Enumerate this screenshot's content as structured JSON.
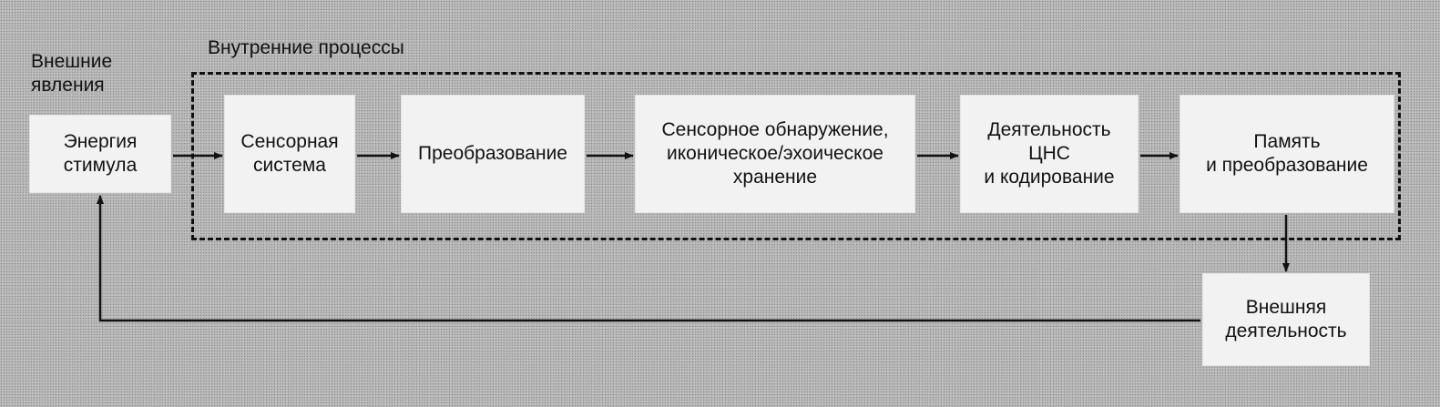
{
  "labels": {
    "external_phenomena": "Внешние\nявления",
    "internal_processes": "Внутренние процессы"
  },
  "boxes": {
    "stimulus_energy": "Энергия\nстимула",
    "sensory_system": "Сенсорная\nсистема",
    "transformation": "Преобразование",
    "sensory_detection": "Сенсорное обнаружение,\nиконическое/эхоическое\nхранение",
    "cns_activity": "Деятельность\nЦНС\nи кодирование",
    "memory": "Память\nи преобразование",
    "external_activity": "Внешняя\nдеятельность"
  }
}
